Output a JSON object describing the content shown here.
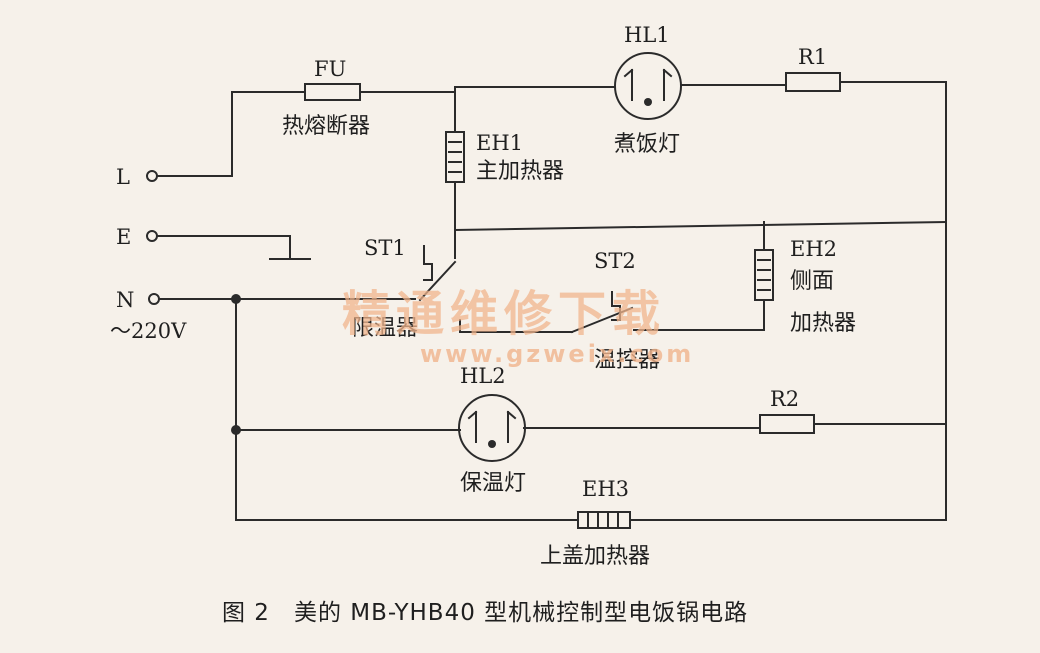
{
  "terminals": {
    "live": "L",
    "earth": "E",
    "neutral": "N",
    "voltage": "～220V"
  },
  "fuse": {
    "id": "FU",
    "name": "热熔断器"
  },
  "cook_lamp": {
    "id": "HL1",
    "name": "煮饭灯"
  },
  "r1": {
    "id": "R1"
  },
  "main_heater": {
    "id": "EH1",
    "name": "主加热器"
  },
  "limiter": {
    "id": "ST1",
    "name": "限温器"
  },
  "thermostat": {
    "id": "ST2",
    "name": "温控器"
  },
  "side_heater": {
    "id": "EH2",
    "name_line1": "侧面",
    "name_line2": "加热器"
  },
  "warm_lamp": {
    "id": "HL2",
    "name": "保温灯"
  },
  "r2": {
    "id": "R2"
  },
  "lid_heater": {
    "id": "EH3",
    "name": "上盖加热器"
  },
  "watermark": {
    "text": "精通维修下载",
    "url": "www.gzweix.com"
  },
  "caption": "图 2　美的 MB-YHB40 型机械控制型电饭锅电路"
}
